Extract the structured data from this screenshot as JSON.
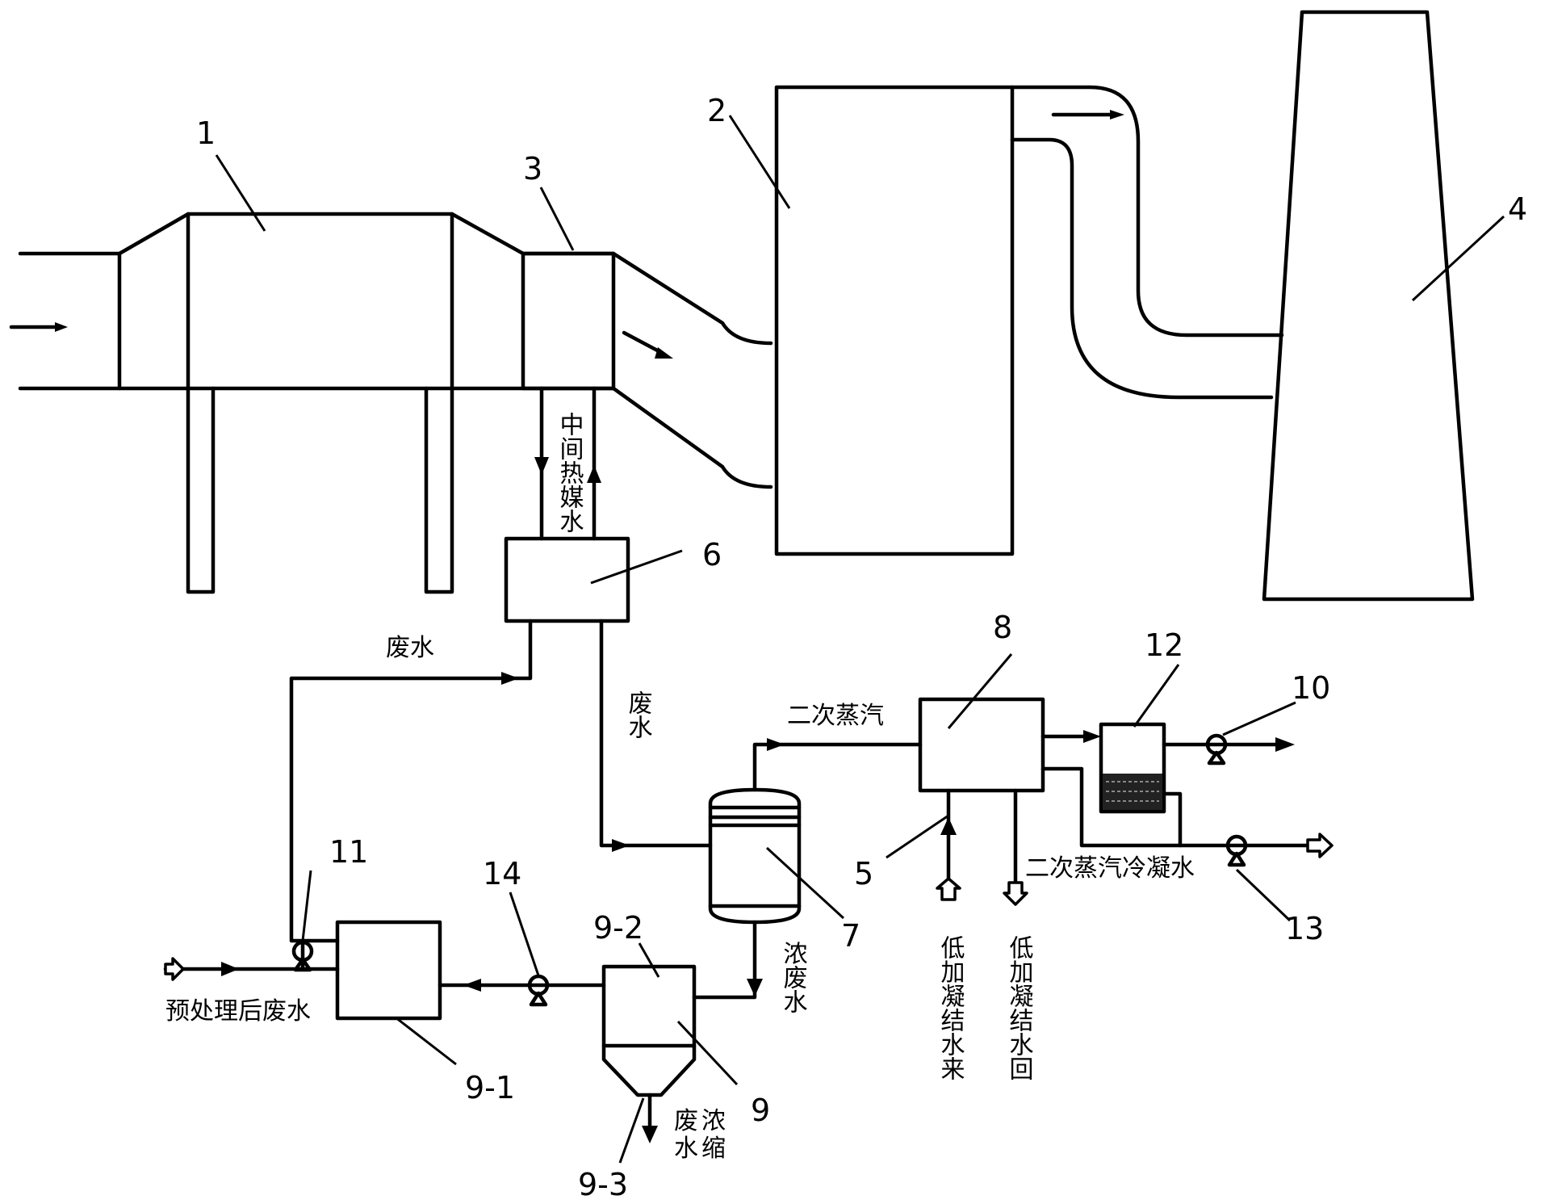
{
  "equipment_numbers": {
    "n1": "1",
    "n2": "2",
    "n3": "3",
    "n4": "4",
    "n5": "5",
    "n6": "6",
    "n7": "7",
    "n8": "8",
    "n9": "9",
    "n10": "10",
    "n11": "11",
    "n12": "12",
    "n13": "13",
    "n14": "14",
    "n9_1": "9-1",
    "n9_2": "9-2",
    "n9_3": "9-3"
  },
  "labels": {
    "intermediate_heat_medium_water": "中间热媒水",
    "wastewater_left": "废水",
    "wastewater_right": "废水",
    "secondary_steam": "二次蒸汽",
    "secondary_steam_condensate": "二次蒸汽冷凝水",
    "concentrated_wastewater": "浓废水",
    "lp_condensate_in": "低加凝结水来",
    "lp_condensate_out": "低加凝结水回",
    "pretreated_wastewater": "预处理后废水",
    "concentrated_waste_outlet": "浓缩废水"
  }
}
